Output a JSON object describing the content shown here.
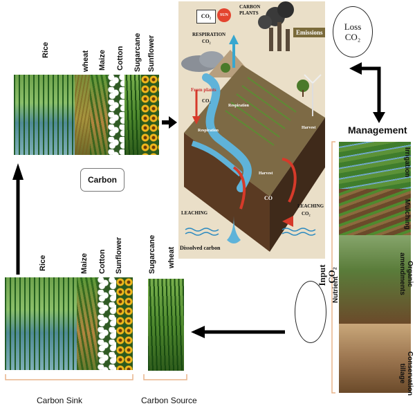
{
  "top_crops": {
    "labels": [
      "Rice",
      "wheat",
      "Maize",
      "Cotton",
      "Sugarcane",
      "Sunflower"
    ]
  },
  "carbon_box": {
    "label": "Carbon"
  },
  "bottom_crops": {
    "labels": [
      "Rice",
      "Maize",
      "Cotton",
      "Sunflower"
    ],
    "source_labels": [
      "Sugarcane",
      "wheat"
    ],
    "sink_caption": "Carbon Sink",
    "source_caption": "Carbon Source"
  },
  "illustration": {
    "co2": "CO₂",
    "sun": "SUN",
    "carbon_plants": "CARBON PLANTS",
    "respiration_top": "RESPIRATION",
    "respiration_co2": "CO₂",
    "emissions": "Emissions",
    "from_plants": "From plants",
    "co2_mid": "CO₂",
    "respiration_1": "Respiration",
    "respiration_2": "Respiration",
    "harvest_1": "Harvest",
    "harvest_2": "Harvest",
    "co_label": "CO",
    "leaching_left": "LEACHING",
    "leaching_right": "LEACHING",
    "leaching_right_co2": "CO₂",
    "dissolved_carbon": "Dissolved carbon"
  },
  "loss": {
    "line1": "Loss",
    "line2": "CO₂"
  },
  "management": {
    "title": "Management",
    "items": [
      "Irrigation",
      "Mulching",
      "Organic amendments",
      "Conservation tillage"
    ],
    "nutrient": "Nutrient"
  },
  "input": {
    "line1": "Input",
    "line2": "CO₂"
  },
  "colors": {
    "arrow": "#000000",
    "bracket": "#e8b48a",
    "water": "#5fb3d9",
    "soil": "#5a3a22",
    "panel_bg": "#eadfc8",
    "emissions_label_bg": "#7a6a3a"
  }
}
